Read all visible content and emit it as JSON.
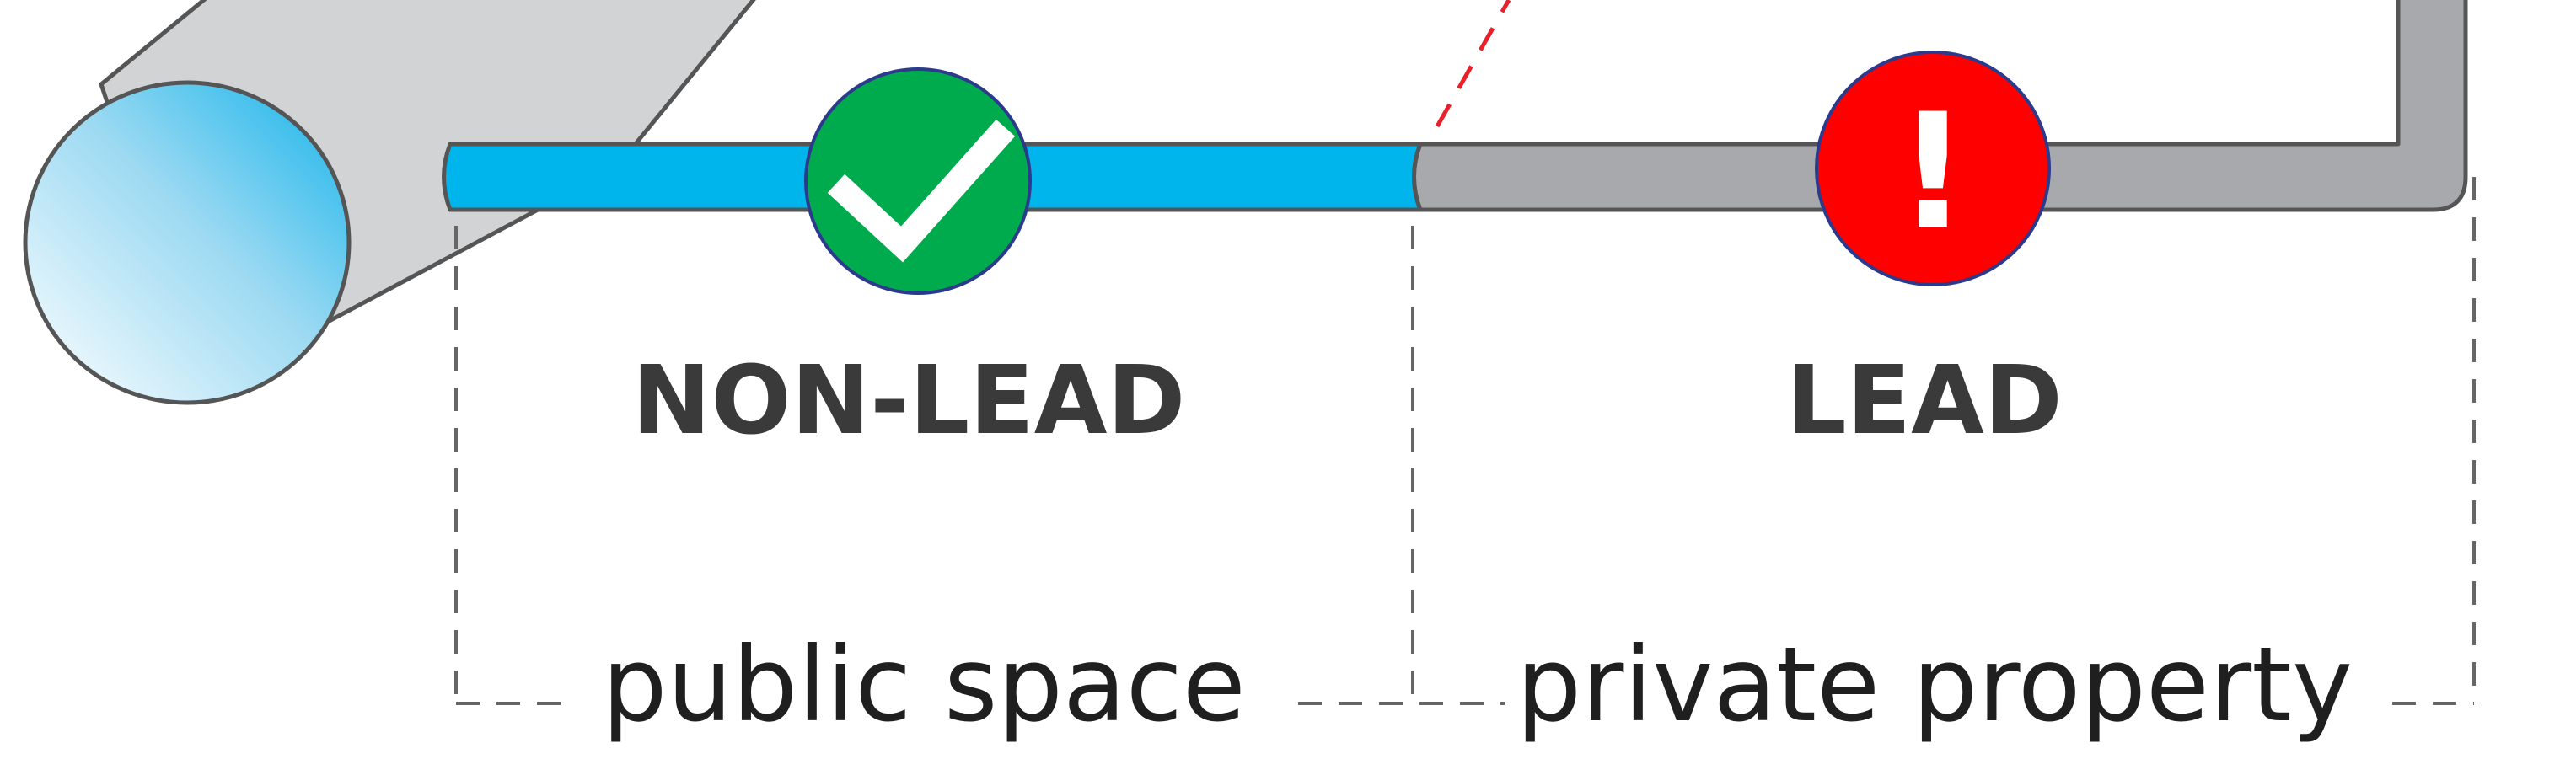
{
  "labels": {
    "public_material": "NON-LEAD",
    "private_material": "LEAD",
    "public_zone": "public space",
    "private_zone": "private property",
    "warning_mark": "!"
  },
  "icons": {
    "public_status": "checkmark-icon",
    "private_status": "warning-icon"
  },
  "colors": {
    "public_pipe": "#00B4EC",
    "private_pipe": "#A7A9AC",
    "main_pipe": "#D1D3D4",
    "ok_badge": "#00AB4E",
    "warning_badge": "#FF0000",
    "property_line": "#E8202A",
    "text_dark": "#3A3A3A"
  }
}
